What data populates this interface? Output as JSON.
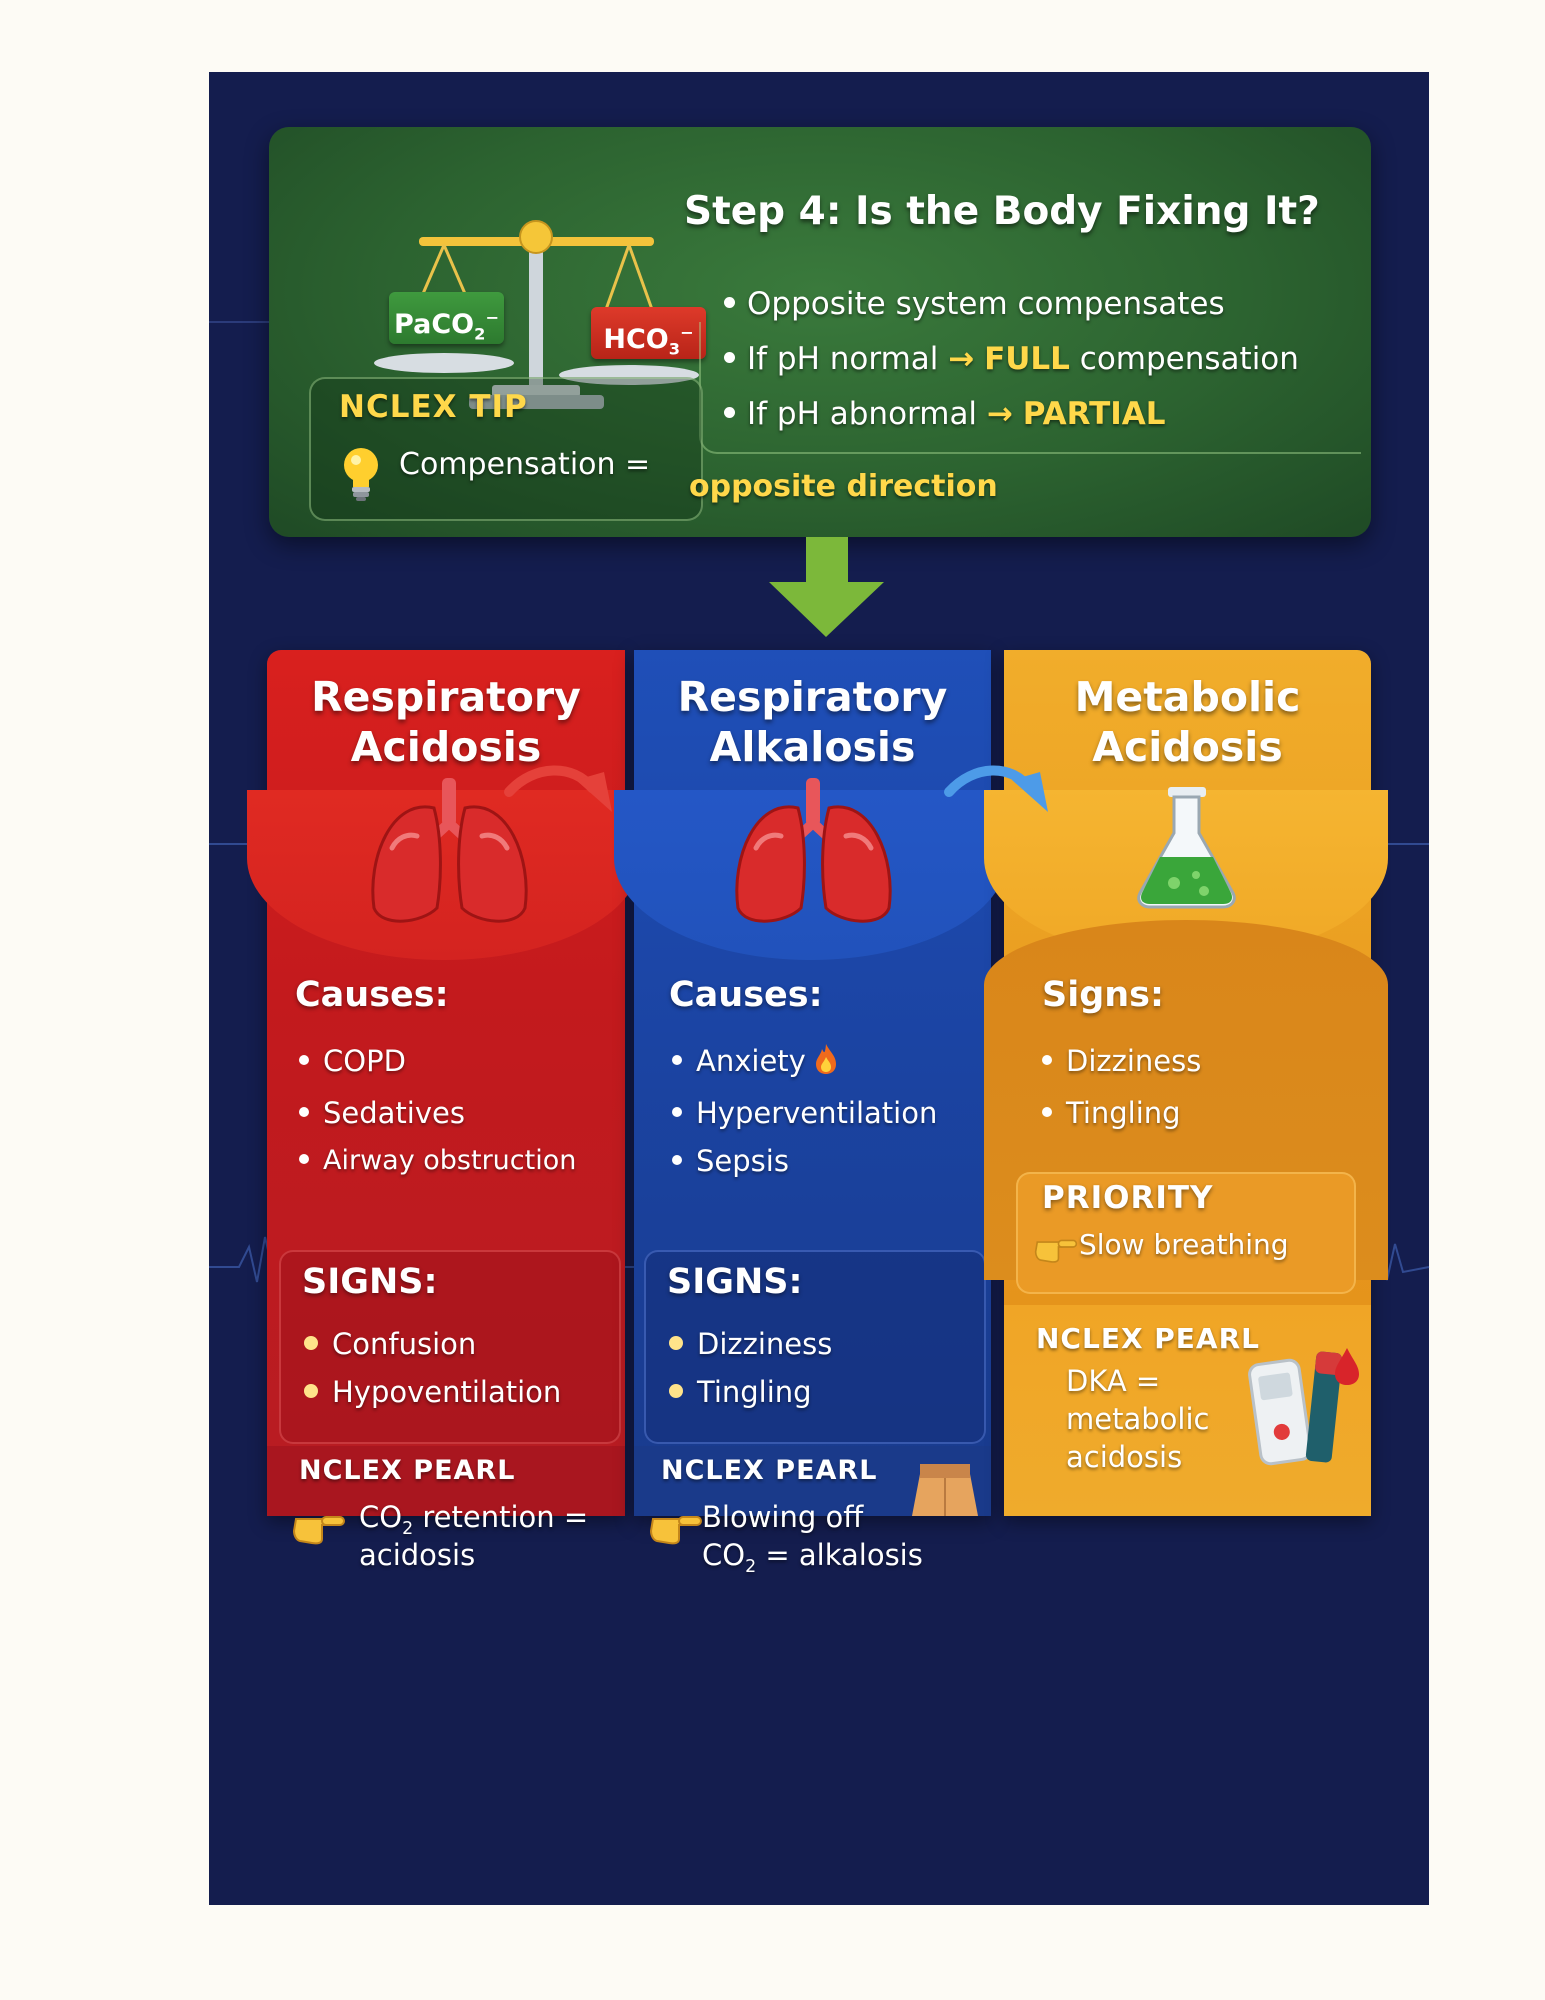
{
  "step": {
    "title": "Step 4: Is the Body Fixing It?",
    "scale_left_label": "PaCO",
    "scale_left_sub": "2",
    "scale_left_sup": "−",
    "scale_right_label": "HCO",
    "scale_right_sub": "3",
    "scale_right_sup": "−",
    "bullets": [
      {
        "text": "Opposite system compensates",
        "arrow": "",
        "emph": ""
      },
      {
        "text": "If pH normal ",
        "arrow": "→",
        "emph": "FULL",
        "tail": " compensation"
      },
      {
        "text": "If pH abnormal ",
        "arrow": "→",
        "emph": "PARTIAL",
        "tail": ""
      }
    ],
    "tip_title": "NCLEX TIP",
    "tip_text": "Compensation =",
    "tip_text2": "opposite direction"
  },
  "columns": {
    "resp_acidosis": {
      "title_line1": "Respiratory",
      "title_line2": "Acidosis",
      "causes_head": "Causes:",
      "causes": [
        "COPD",
        "Sedatives",
        "Airway obstruction"
      ],
      "signs_head": "SIGNS:",
      "signs": [
        "Confusion",
        "Hypoventilation"
      ],
      "pearl_head": "NCLEX PEARL",
      "pearl_line1_pre": "CO",
      "pearl_line1_sub": "2",
      "pearl_line1_post": " retention =",
      "pearl_line2": "acidosis",
      "color": "#c91d1f"
    },
    "resp_alkalosis": {
      "title_line1": "Respiratory",
      "title_line2": "Alkalosis",
      "causes_head": "Causes:",
      "causes": [
        "Anxiety",
        "Hyperventilation",
        "Sepsis"
      ],
      "signs_head": "SIGNS:",
      "signs": [
        "Dizziness",
        "Tingling"
      ],
      "pearl_head": "NCLEX PEARL",
      "pearl_line1": "Blowing off",
      "pearl_line2_pre": "CO",
      "pearl_line2_sub": "2",
      "pearl_line2_post": " = alkalosis",
      "color": "#1d48aa"
    },
    "metab_acidosis": {
      "title_line1": "Metabolic",
      "title_line2": "Acidosis",
      "signs_head": "Signs:",
      "signs": [
        "Dizziness",
        "Tingling"
      ],
      "priority_head": "PRIORITY",
      "priority_text": "Slow breathing",
      "pearl_head": "NCLEX PEARL",
      "pearl_lines": [
        "DKA =",
        "metabolic",
        "acidosis"
      ],
      "color": "#eaa022"
    }
  },
  "icons": [
    "balance-scale-icon",
    "lightbulb-icon",
    "lungs-icon",
    "flask-icon",
    "pointing-hand-icon",
    "flame-icon",
    "paper-bag-icon",
    "glucose-meter-icon",
    "blood-drop-icon"
  ],
  "colors": {
    "background": "#141d4e",
    "panel_green": "#2c6330",
    "accent_yellow": "#ffd84a",
    "arrow_green": "#7cb83a"
  }
}
